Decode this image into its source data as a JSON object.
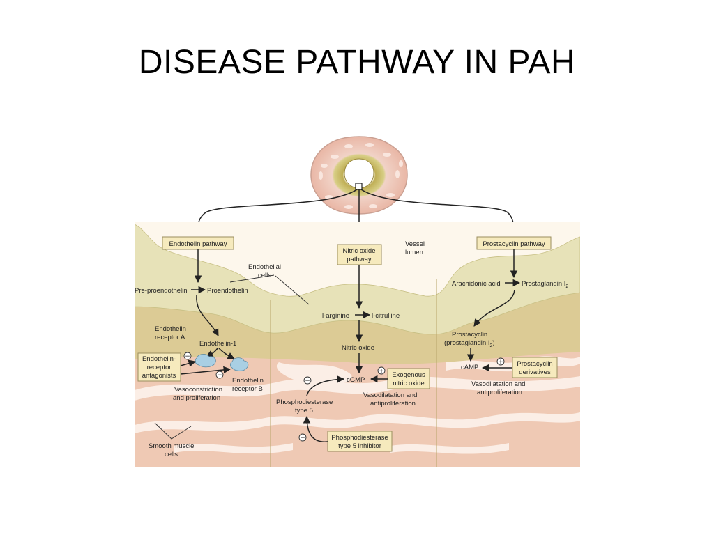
{
  "slide": {
    "title": "DISEASE PATHWAY IN PAH"
  },
  "diagram": {
    "pathways": {
      "endothelin": "Endothelin pathway",
      "nitric_oxide_line1": "Nitric oxide",
      "nitric_oxide_line2": "pathway",
      "prostacyclin": "Prostacyclin pathway"
    },
    "vessel_lumen": {
      "line1": "Vessel",
      "line2": "lumen"
    },
    "endothelial_cells": {
      "line1": "Endothelial",
      "line2": "cells"
    },
    "endothelin_section": {
      "pre_proendothelin": "Pre-proendothelin",
      "proendothelin": "Proendothelin",
      "receptor_a_line1": "Endothelin",
      "receptor_a_line2": "receptor A",
      "endothelin_1": "Endothelin-1",
      "antagonists_line1": "Endothelin-",
      "antagonists_line2": "receptor",
      "antagonists_line3": "antagonists",
      "receptor_b_line1": "Endothelin",
      "receptor_b_line2": "receptor B",
      "effect_line1": "Vasoconstriction",
      "effect_line2": "and proliferation"
    },
    "no_section": {
      "l_arginine": "l-arginine",
      "l_citrulline": "l-citrulline",
      "nitric_oxide": "Nitric oxide",
      "cgmp": "cGMP",
      "exogenous_line1": "Exogenous",
      "exogenous_line2": "nitric oxide",
      "effect_line1": "Vasodilatation and",
      "effect_line2": "antiproliferation",
      "pde5_line1": "Phosphodiesterase",
      "pde5_line2": "type 5",
      "pde5_inhibitor_line1": "Phosphodiesterase",
      "pde5_inhibitor_line2": "type 5 inhibitor"
    },
    "prostacyclin_section": {
      "arachidonic_acid": "Arachidonic acid",
      "prostaglandin": "Prostaglandin I",
      "prostaglandin_sub": "2",
      "prostacyclin": "Prostacyclin",
      "prostacyclin_paren": "(prostaglandin I",
      "prostacyclin_paren_sub": "2",
      "prostacyclin_paren_close": ")",
      "camp": "cAMP",
      "derivatives_line1": "Prostacyclin",
      "derivatives_line2": "derivatives",
      "effect_line1": "Vasodilatation and",
      "effect_line2": "antiproliferation"
    },
    "smooth_muscle": {
      "line1": "Smooth muscle",
      "line2": "cells"
    },
    "signs": {
      "minus": "−",
      "plus": "+"
    }
  },
  "colors": {
    "lumen_background": "#fdf7ec",
    "endothelium": "#e7e2b8",
    "band": "#dccb95",
    "muscle": "#efc9b4",
    "muscle_gaps": "#fbeee6",
    "box_fill": "#f6eabd",
    "receptor": "#a9cfe3"
  }
}
